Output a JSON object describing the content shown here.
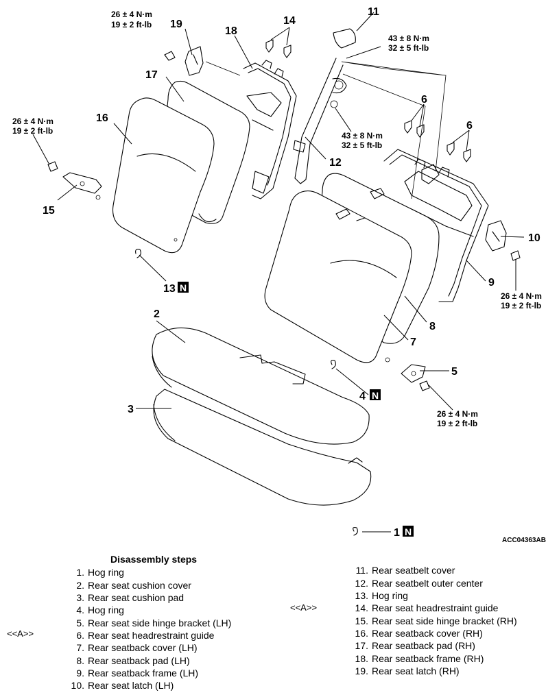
{
  "figure_code": "ACC04363AB",
  "callouts": {
    "c1": "1",
    "c2": "2",
    "c3": "3",
    "c4": "4",
    "c5": "5",
    "c6a": "6",
    "c6b": "6",
    "c7": "7",
    "c8": "8",
    "c9": "9",
    "c10": "10",
    "c11": "11",
    "c12": "12",
    "c13": "13",
    "c14": "14",
    "c15": "15",
    "c16": "16",
    "c17": "17",
    "c18": "18",
    "c19": "19"
  },
  "new_part_mark": "N",
  "torques": {
    "t19": [
      "26 ± 4 N·m",
      "19 ± 2 ft-lb"
    ],
    "t11": [
      "43 ± 8 N·m",
      "32 ± 5 ft-lb"
    ],
    "t12": [
      "43 ± 8 N·m",
      "32 ± 5 ft-lb"
    ],
    "t15": [
      "26 ± 4 N·m",
      "19 ± 2 ft-lb"
    ],
    "t10": [
      "26 ± 4 N·m",
      "19 ± 2 ft-lb"
    ],
    "t5": [
      "26 ± 4 N·m",
      "19 ± 2 ft-lb"
    ]
  },
  "steps": {
    "title": "Disassembly steps",
    "marker_label": "<<A>>",
    "left": [
      {
        "num": "1.",
        "text": "Hog ring"
      },
      {
        "num": "2.",
        "text": "Rear seat cushion cover"
      },
      {
        "num": "3.",
        "text": "Rear seat cushion pad"
      },
      {
        "num": "4.",
        "text": "Hog ring"
      },
      {
        "num": "5.",
        "text": "Rear seat side hinge bracket (LH)"
      },
      {
        "num": "6.",
        "text": "Rear seat headrestraint guide"
      },
      {
        "num": "7.",
        "text": "Rear seatback cover (LH)"
      },
      {
        "num": "8.",
        "text": "Rear seatback pad (LH)"
      },
      {
        "num": "9.",
        "text": "Rear seatback frame (LH)"
      },
      {
        "num": "10.",
        "text": "Rear seat latch (LH)"
      }
    ],
    "right": [
      {
        "num": "11.",
        "text": "Rear seatbelt cover"
      },
      {
        "num": "12.",
        "text": "Rear seatbelt outer center"
      },
      {
        "num": "13.",
        "text": "Hog ring"
      },
      {
        "num": "14.",
        "text": "Rear seat headrestraint guide"
      },
      {
        "num": "15.",
        "text": "Rear seat side hinge bracket (RH)"
      },
      {
        "num": "16.",
        "text": "Rear seatback cover (RH)"
      },
      {
        "num": "17.",
        "text": "Rear seatback pad (RH)"
      },
      {
        "num": "18.",
        "text": "Rear seatback frame (RH)"
      },
      {
        "num": "19.",
        "text": "Rear seat latch (RH)"
      }
    ]
  }
}
